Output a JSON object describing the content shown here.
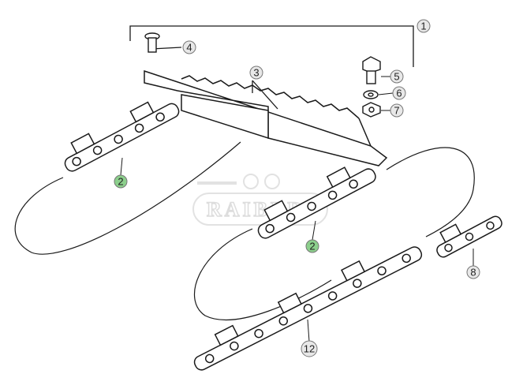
{
  "watermark": "RAIBER",
  "callouts": [
    {
      "label": "1",
      "part": "assembly",
      "highlight": false
    },
    {
      "label": "4",
      "part": "pin",
      "highlight": false
    },
    {
      "label": "3",
      "part": "knife-bar",
      "highlight": false
    },
    {
      "label": "5",
      "part": "bolt",
      "highlight": false
    },
    {
      "label": "6",
      "part": "washer",
      "highlight": false
    },
    {
      "label": "7",
      "part": "nut",
      "highlight": false
    },
    {
      "label": "2",
      "part": "chain-left",
      "highlight": true
    },
    {
      "label": "2",
      "part": "chain-center",
      "highlight": true
    },
    {
      "label": "8",
      "part": "connector-link",
      "highlight": false
    },
    {
      "label": "12",
      "part": "chain-lower",
      "highlight": false
    }
  ],
  "colors": {
    "line": "#1a1a1a",
    "callout_fill": "#e8e8e8",
    "highlight_fill": "#8ccf8c",
    "watermark": "#dddddd"
  }
}
